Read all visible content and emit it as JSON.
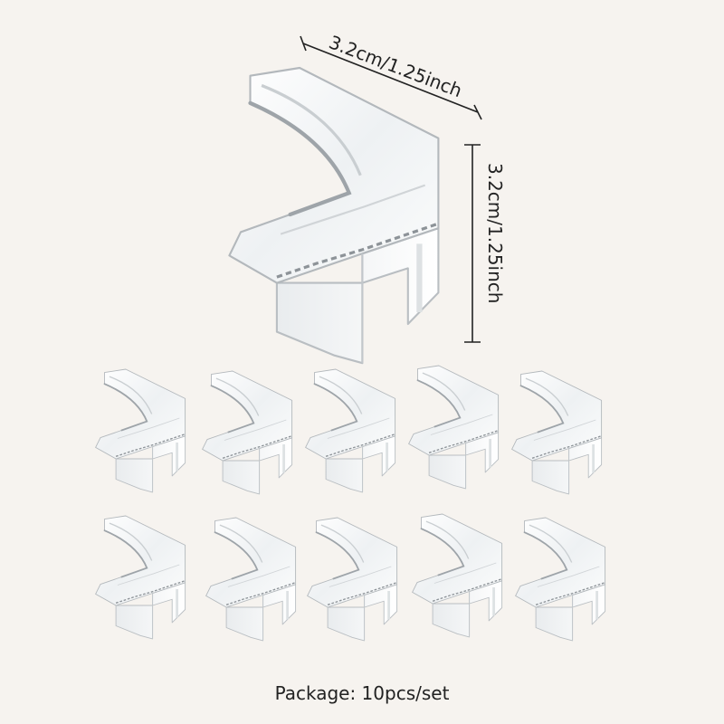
{
  "dimensions": {
    "width_label": "3.2cm/1.25inch",
    "height_label": "3.2cm/1.25inch"
  },
  "package": {
    "label": "Package: 10pcs/set"
  },
  "product": {
    "quantity": 10
  },
  "colors": {
    "background": "#f6f3ef",
    "text": "#222222",
    "line": "#222222"
  }
}
